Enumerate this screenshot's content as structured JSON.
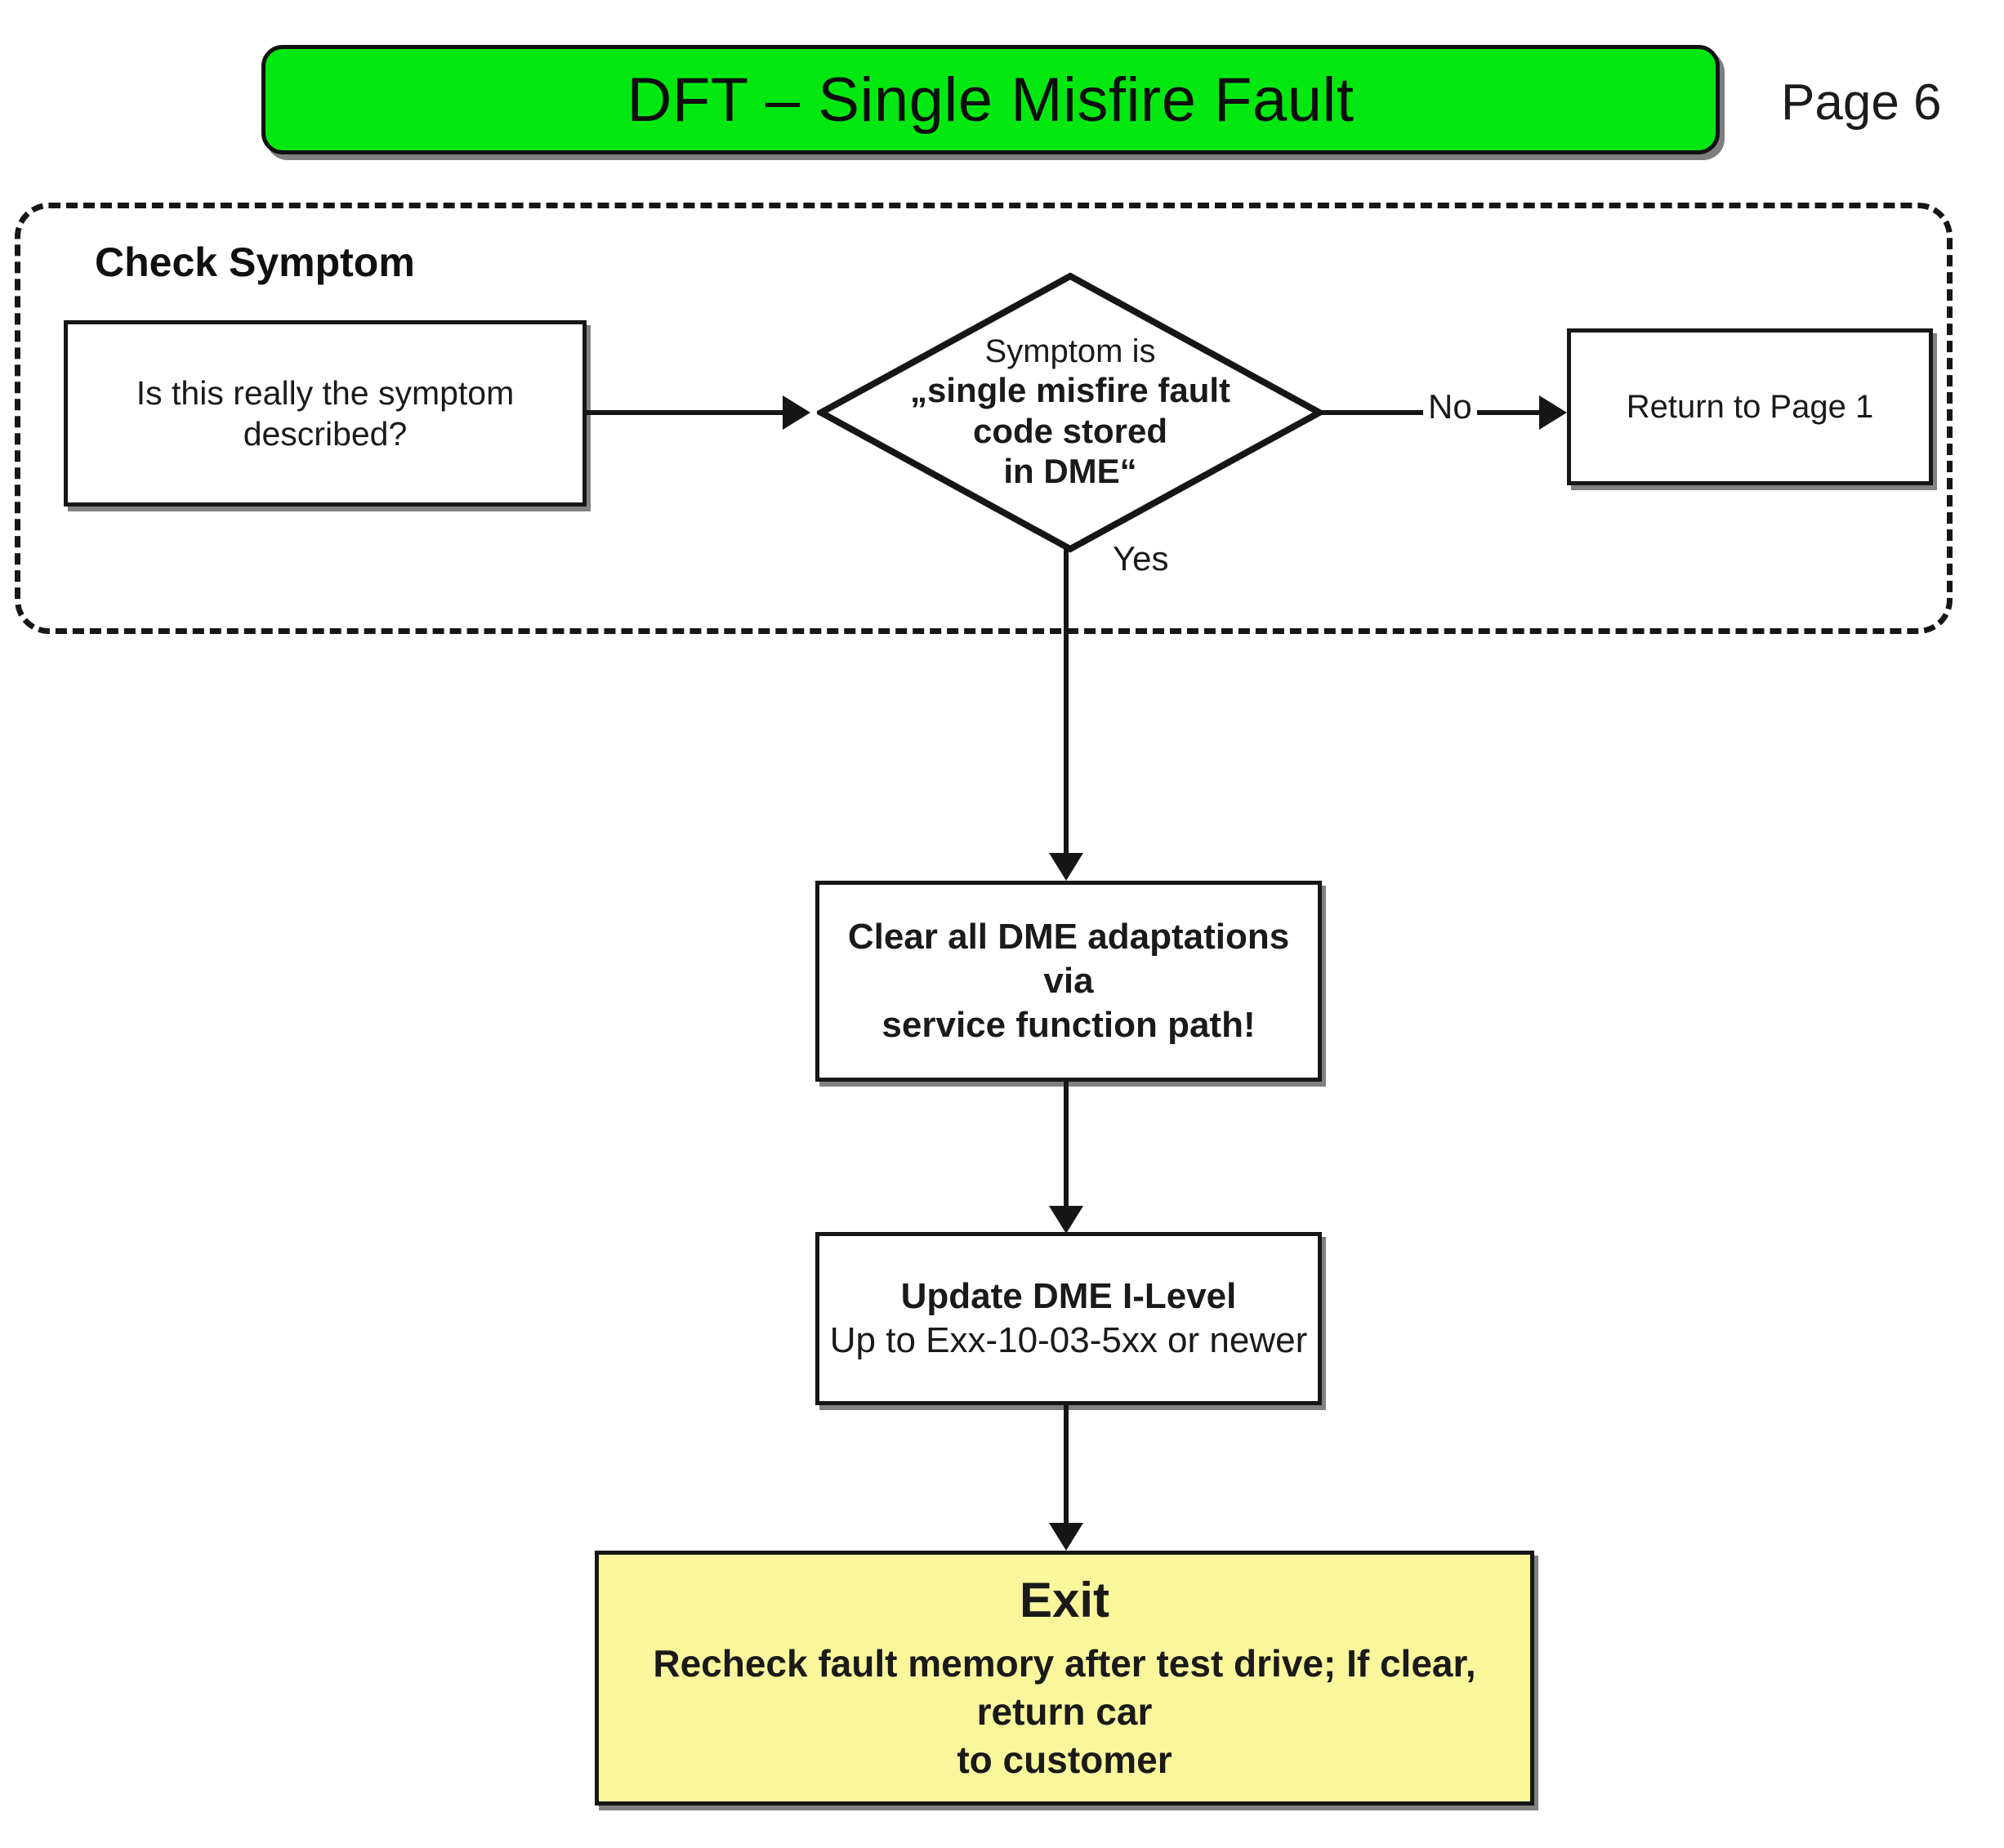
{
  "header": {
    "title": "DFT – Single Misfire Fault",
    "page_label": "Page 6",
    "banner_color": "#00E810"
  },
  "group": {
    "label": "Check Symptom",
    "border_style": "dashed"
  },
  "nodes": {
    "symptom_check": {
      "line1": "Is this really the symptom",
      "line2": "described?"
    },
    "decision": {
      "line1": "Symptom is",
      "line2": "„single misfire fault",
      "line3": "code stored",
      "line4": "in DME“"
    },
    "return_page1": {
      "label": "Return to Page 1"
    },
    "clear_adaptations": {
      "line1": "Clear all DME adaptations via",
      "line2": "service function path!"
    },
    "update_ilevel": {
      "line1": "Update DME I-Level",
      "line2": "Up to Exx-10-03-5xx or newer"
    },
    "exit": {
      "title": "Exit",
      "line1": "Recheck fault memory after test drive; If clear, return car",
      "line2": "to customer",
      "fill_color": "#FAF69C"
    }
  },
  "edges": {
    "no_label": "No",
    "yes_label": "Yes"
  },
  "chart_data": {
    "type": "diagram",
    "title": "DFT – Single Misfire Fault",
    "nodes": [
      {
        "id": "symptom_check",
        "shape": "process",
        "text": "Is this really the symptom described?"
      },
      {
        "id": "decision",
        "shape": "decision",
        "text": "Symptom is „single misfire fault code stored in DME“"
      },
      {
        "id": "return_page1",
        "shape": "process",
        "text": "Return to Page 1"
      },
      {
        "id": "clear_adaptations",
        "shape": "process",
        "text": "Clear all DME adaptations via service function path!"
      },
      {
        "id": "update_ilevel",
        "shape": "process",
        "text": "Update DME I-Level Up to Exx-10-03-5xx or newer"
      },
      {
        "id": "exit",
        "shape": "terminator",
        "text": "Exit — Recheck fault memory after test drive; If clear, return car to customer"
      }
    ],
    "edges": [
      {
        "from": "symptom_check",
        "to": "decision",
        "label": ""
      },
      {
        "from": "decision",
        "to": "return_page1",
        "label": "No"
      },
      {
        "from": "decision",
        "to": "clear_adaptations",
        "label": "Yes"
      },
      {
        "from": "clear_adaptations",
        "to": "update_ilevel",
        "label": ""
      },
      {
        "from": "update_ilevel",
        "to": "exit",
        "label": ""
      }
    ]
  }
}
